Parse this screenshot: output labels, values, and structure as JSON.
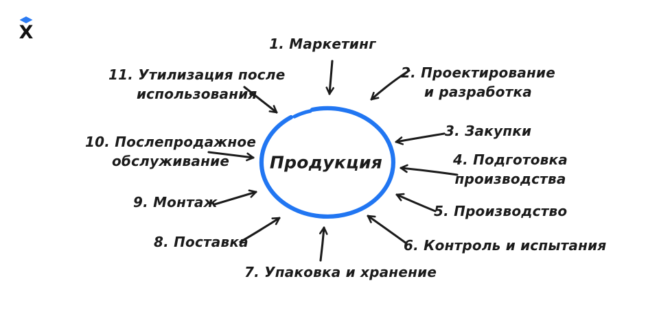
{
  "page": {
    "background": "#ffffff",
    "ink_color": "#1b1b1b",
    "accent_blue": "#2176f2"
  },
  "logo": {
    "letter": "X",
    "diamond_icon_color": "#2b7bf3",
    "letter_color": "#121212"
  },
  "diagram": {
    "type": "radial-spoke-diagram",
    "center": {
      "label": "Продукция",
      "circle_color": "#2176f2"
    },
    "items": [
      {
        "number": "1",
        "lines": [
          "1. Маркетинг"
        ]
      },
      {
        "number": "2",
        "lines": [
          "2. Проектирование",
          "и разработка"
        ]
      },
      {
        "number": "3",
        "lines": [
          "3. Закупки"
        ]
      },
      {
        "number": "4",
        "lines": [
          "4. Подготовка",
          "производства"
        ]
      },
      {
        "number": "5",
        "lines": [
          "5. Производство"
        ]
      },
      {
        "number": "6",
        "lines": [
          "6. Контроль и испытания"
        ]
      },
      {
        "number": "7",
        "lines": [
          "7. Упаковка и хранение"
        ]
      },
      {
        "number": "8",
        "lines": [
          "8. Поставка"
        ]
      },
      {
        "number": "9",
        "lines": [
          "9. Монтаж"
        ]
      },
      {
        "number": "10",
        "lines": [
          "10. Послепродажное",
          "обслуживание"
        ]
      },
      {
        "number": "11",
        "lines": [
          "11. Утилизация после",
          "использования"
        ]
      }
    ]
  }
}
